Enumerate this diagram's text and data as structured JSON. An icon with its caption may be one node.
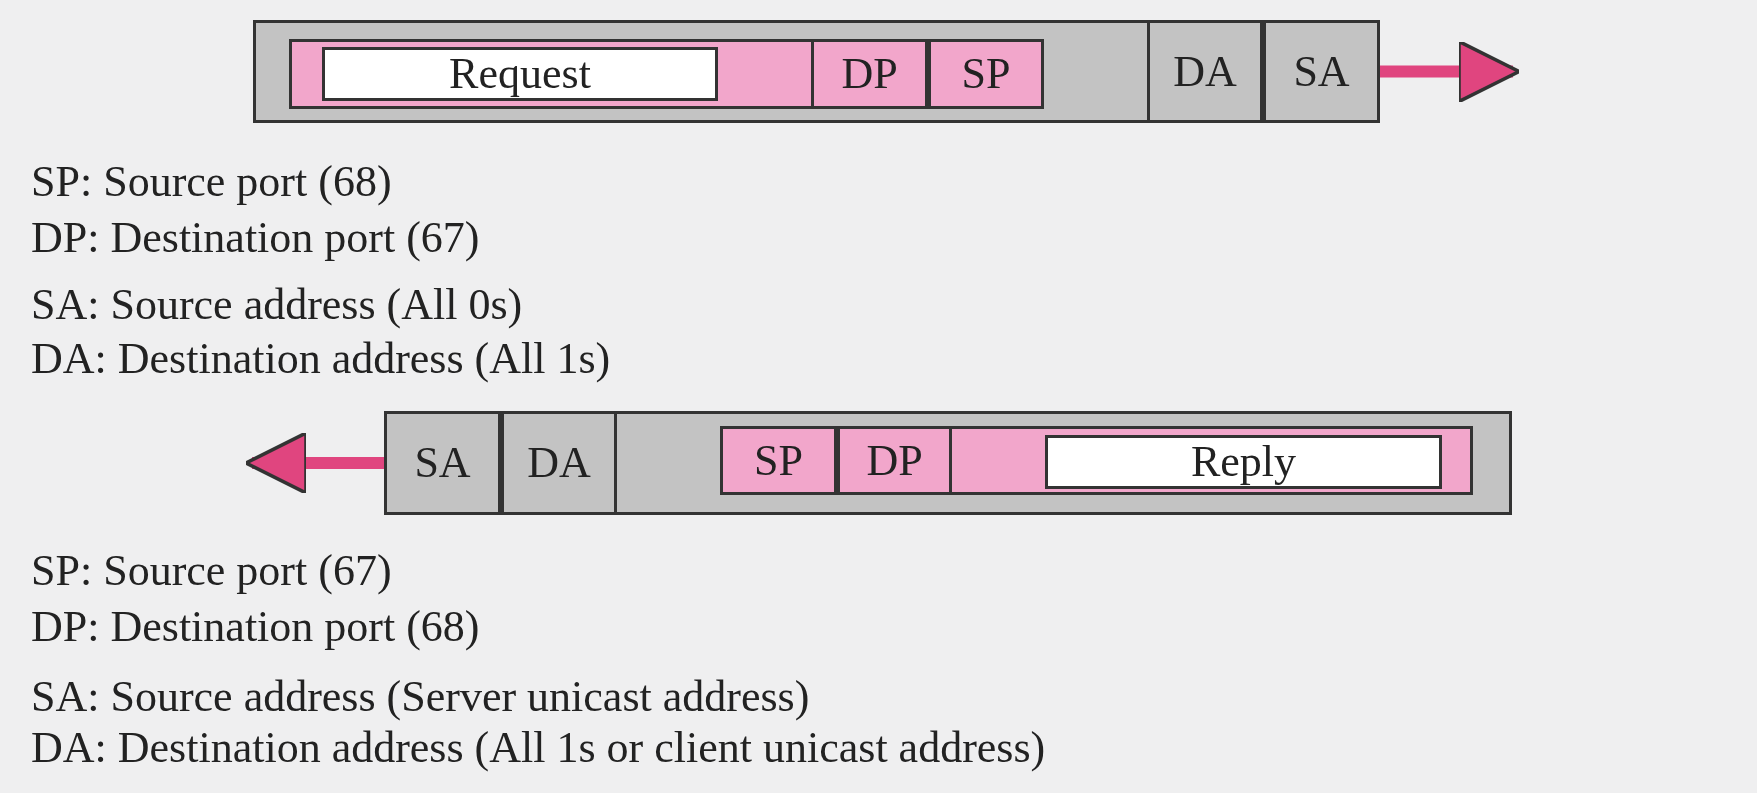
{
  "diagram": {
    "nodes": [
      {
        "text": [],
        "shape": "box"
      },
      {
        "text": [],
        "shape": "box",
        "in": 0
      },
      {
        "text": [
          "Request"
        ],
        "in": 1
      },
      {
        "text": [
          "DP"
        ],
        "in": 1
      },
      {
        "text": [
          "SP"
        ],
        "in": 1
      },
      {
        "text": [
          "DA"
        ],
        "in": 0
      },
      {
        "text": [
          "SA"
        ],
        "in": 0
      },
      {
        "text": [],
        "shape": "box"
      },
      {
        "text": [
          "SA"
        ],
        "in": 7
      },
      {
        "text": [
          "DA"
        ],
        "in": 7
      },
      {
        "text": [],
        "shape": "box",
        "in": 7
      },
      {
        "text": [
          "SP"
        ],
        "in": 10
      },
      {
        "text": [
          "DP"
        ],
        "in": 10
      },
      {
        "text": [
          "Reply"
        ],
        "in": 10
      }
    ],
    "edges": [
      {
        "from": 0,
        "to": null,
        "arrow": "to"
      },
      {
        "from": 7,
        "to": null,
        "arrow": "to"
      }
    ],
    "labels": [
      "SP: Source port (68)",
      "DP: Destination port (67)",
      "SA: Source address (All 0s)",
      "DA: Destination address (All 1s)",
      "SP: Source port (67)",
      "DP: Destination port (68)",
      "SA: Source address (Server unicast address)",
      "DA: Destination address (All 1s or client unicast address)"
    ]
  }
}
